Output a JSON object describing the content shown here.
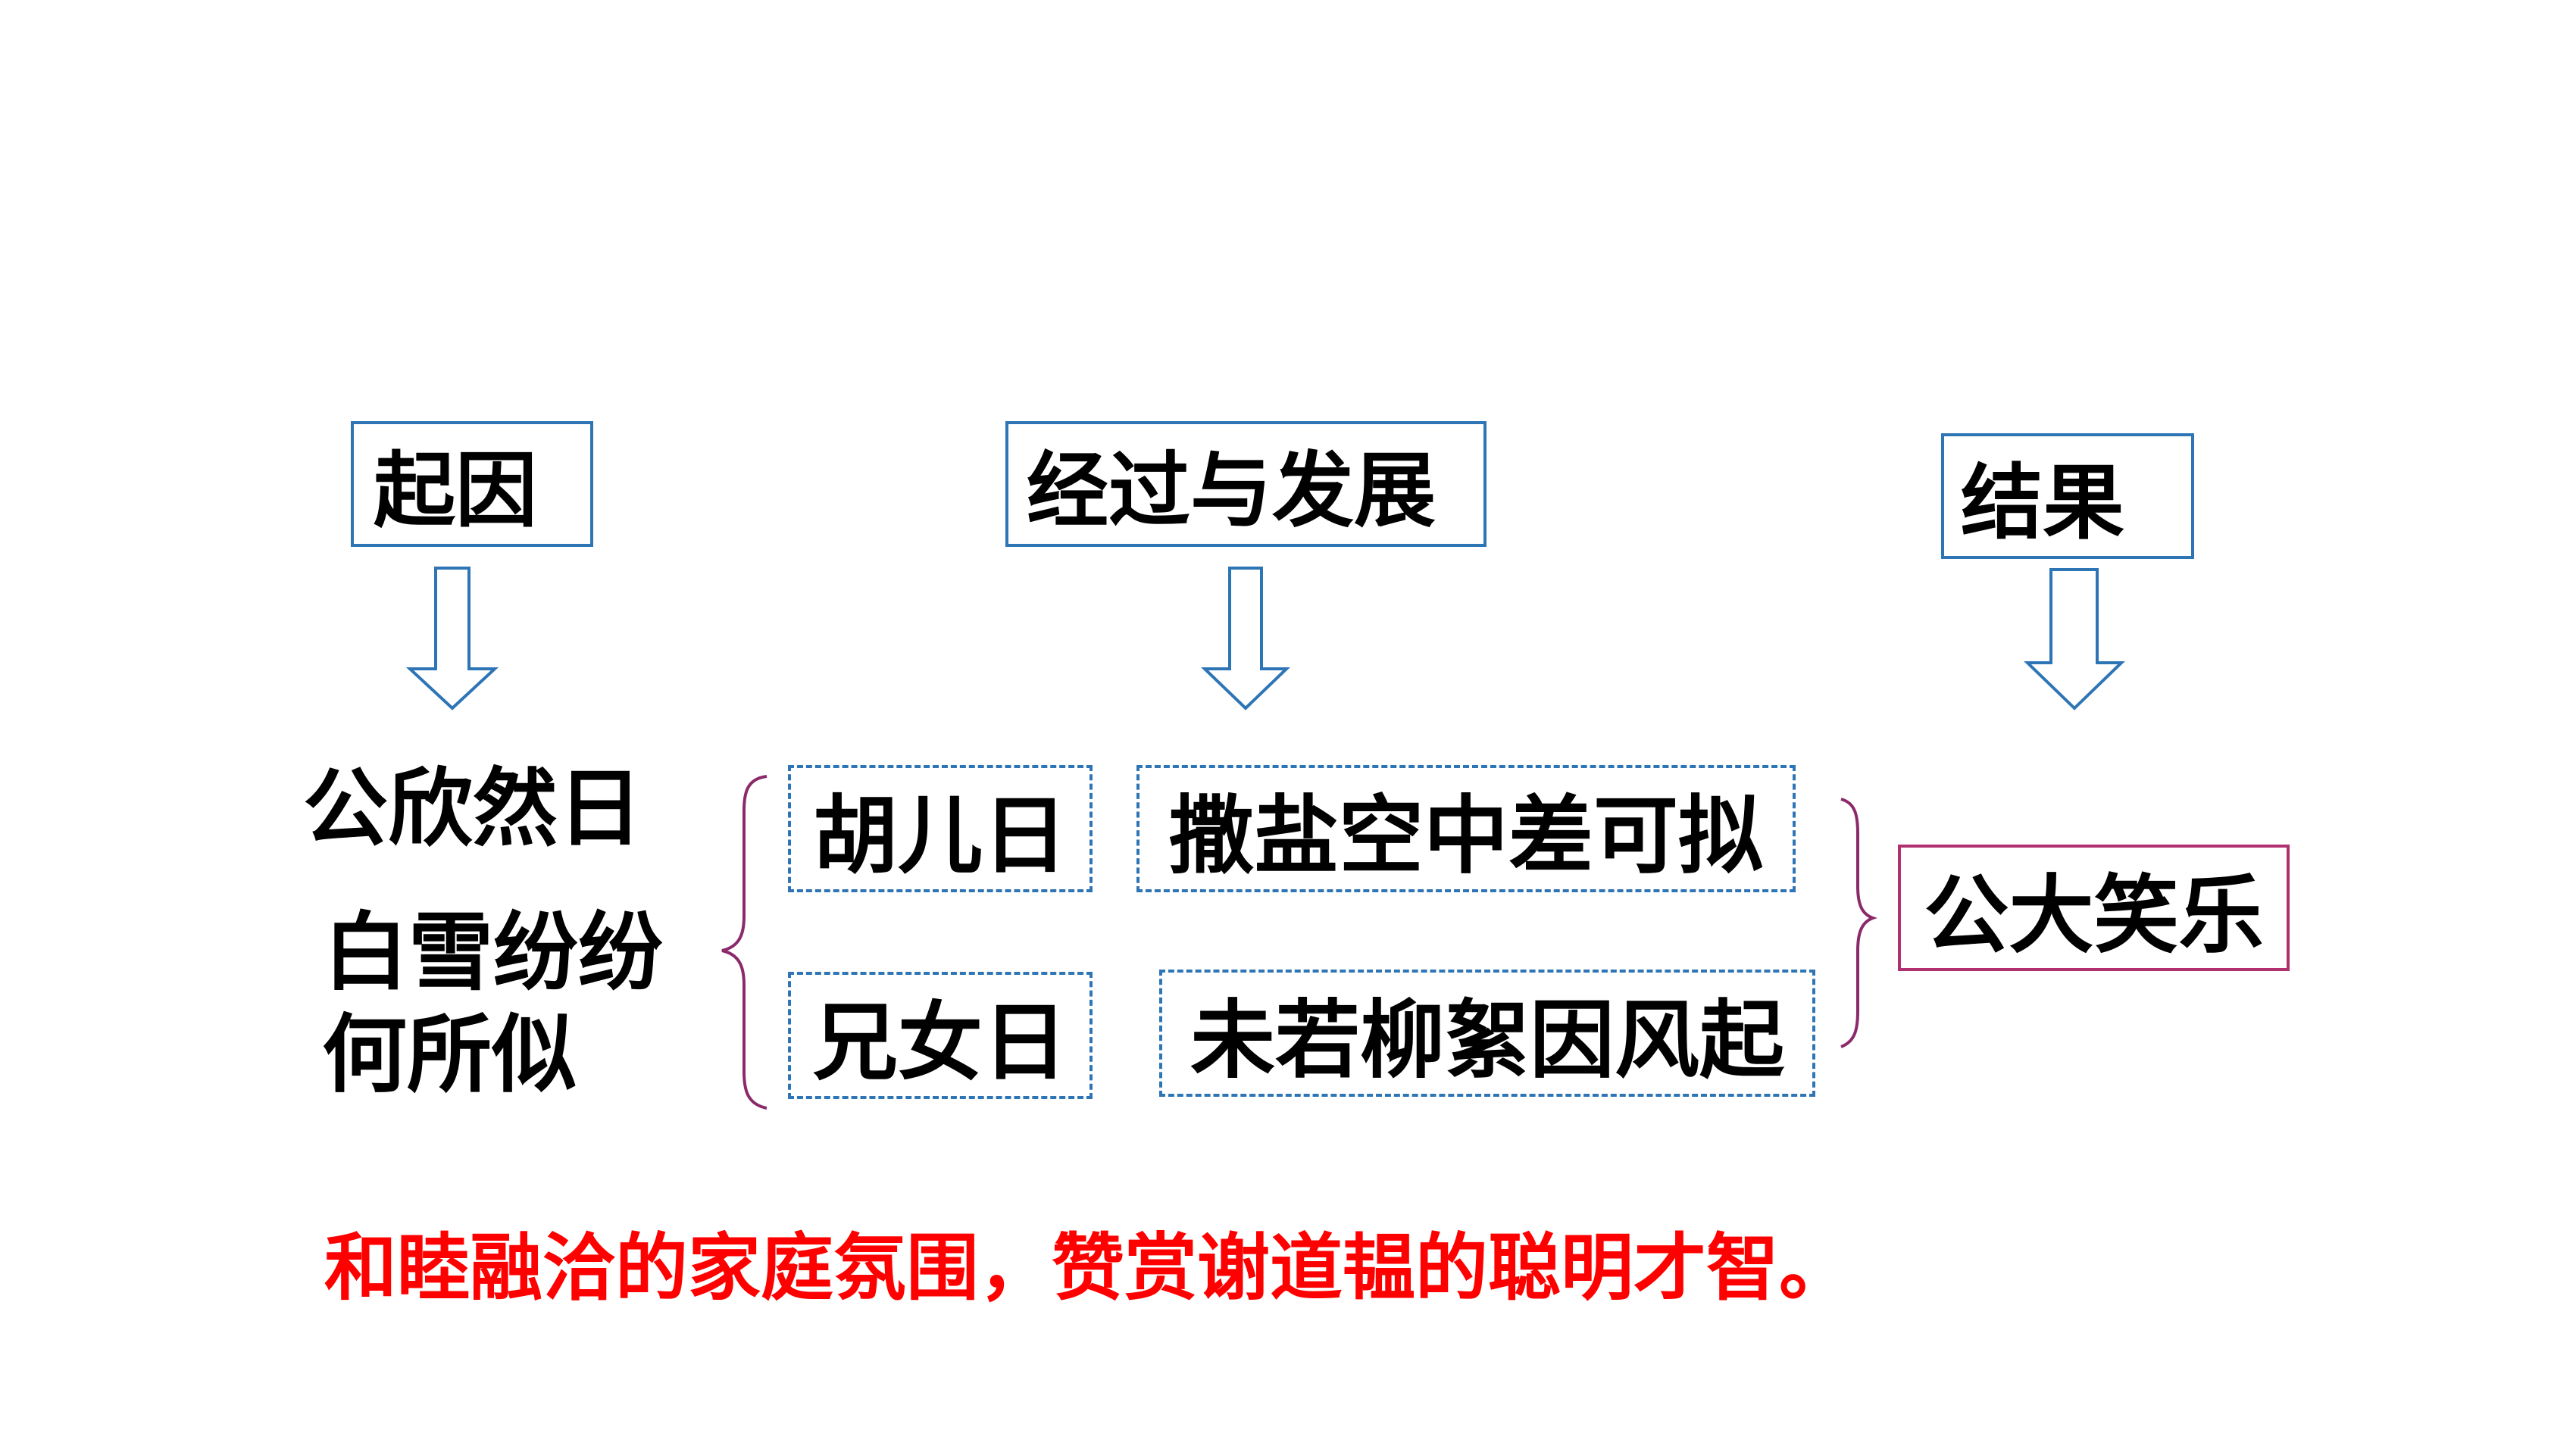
{
  "headers": {
    "cause": "起因",
    "process": "经过与发展",
    "result": "结果"
  },
  "cause_lines": [
    "公欣然日",
    "白雪纷纷",
    "何所似"
  ],
  "process": {
    "speaker_1": "胡儿日",
    "answer_1": "撒盐空中差可拟",
    "speaker_2": "兄女日",
    "answer_2": "未若柳絮因风起"
  },
  "result_text": "公大笑乐",
  "summary": "和睦融洽的家庭氛围，赞赏谢道韫的聪明才智。",
  "colors": {
    "header_border": "#2e75b6",
    "arrow": "#2e75b6",
    "brace": "#8b2a6a",
    "result_border": "#b03070",
    "summary_text": "#ff0000"
  },
  "icons": [
    "down-arrow-icon",
    "left-brace-icon",
    "right-brace-icon"
  ]
}
